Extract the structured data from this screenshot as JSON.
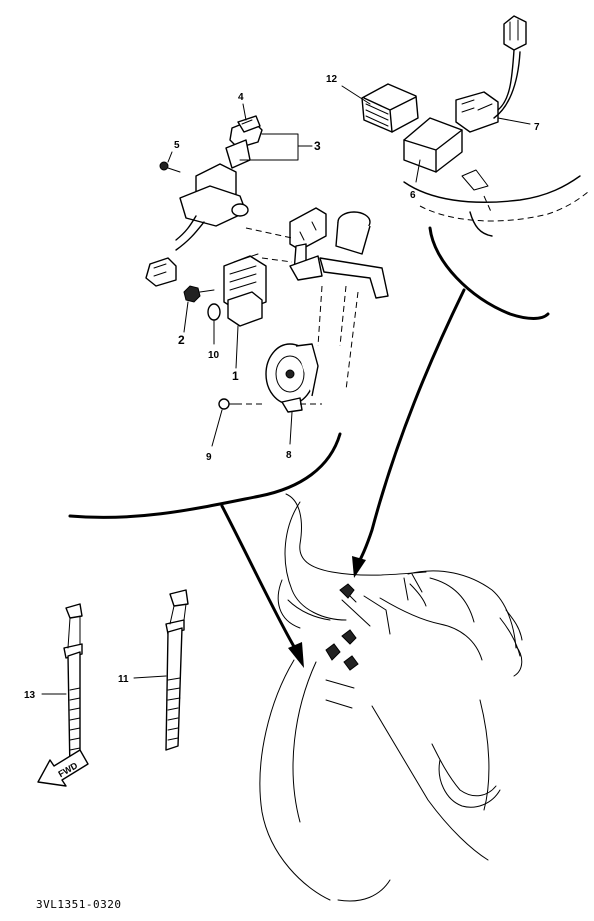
{
  "callouts": [
    {
      "id": "c1",
      "text": "1"
    },
    {
      "id": "c2",
      "text": "2"
    },
    {
      "id": "c3",
      "text": "3"
    },
    {
      "id": "c4",
      "text": "4"
    },
    {
      "id": "c5",
      "text": "5"
    },
    {
      "id": "c6",
      "text": "6"
    },
    {
      "id": "c7",
      "text": "7"
    },
    {
      "id": "c8",
      "text": "8"
    },
    {
      "id": "c9",
      "text": "9"
    },
    {
      "id": "c10",
      "text": "10"
    },
    {
      "id": "c11",
      "text": "11"
    },
    {
      "id": "c12",
      "text": "12"
    },
    {
      "id": "c13",
      "text": "13"
    }
  ],
  "direction_badge": "FWD",
  "drawing_code": "3VL1351-0320"
}
